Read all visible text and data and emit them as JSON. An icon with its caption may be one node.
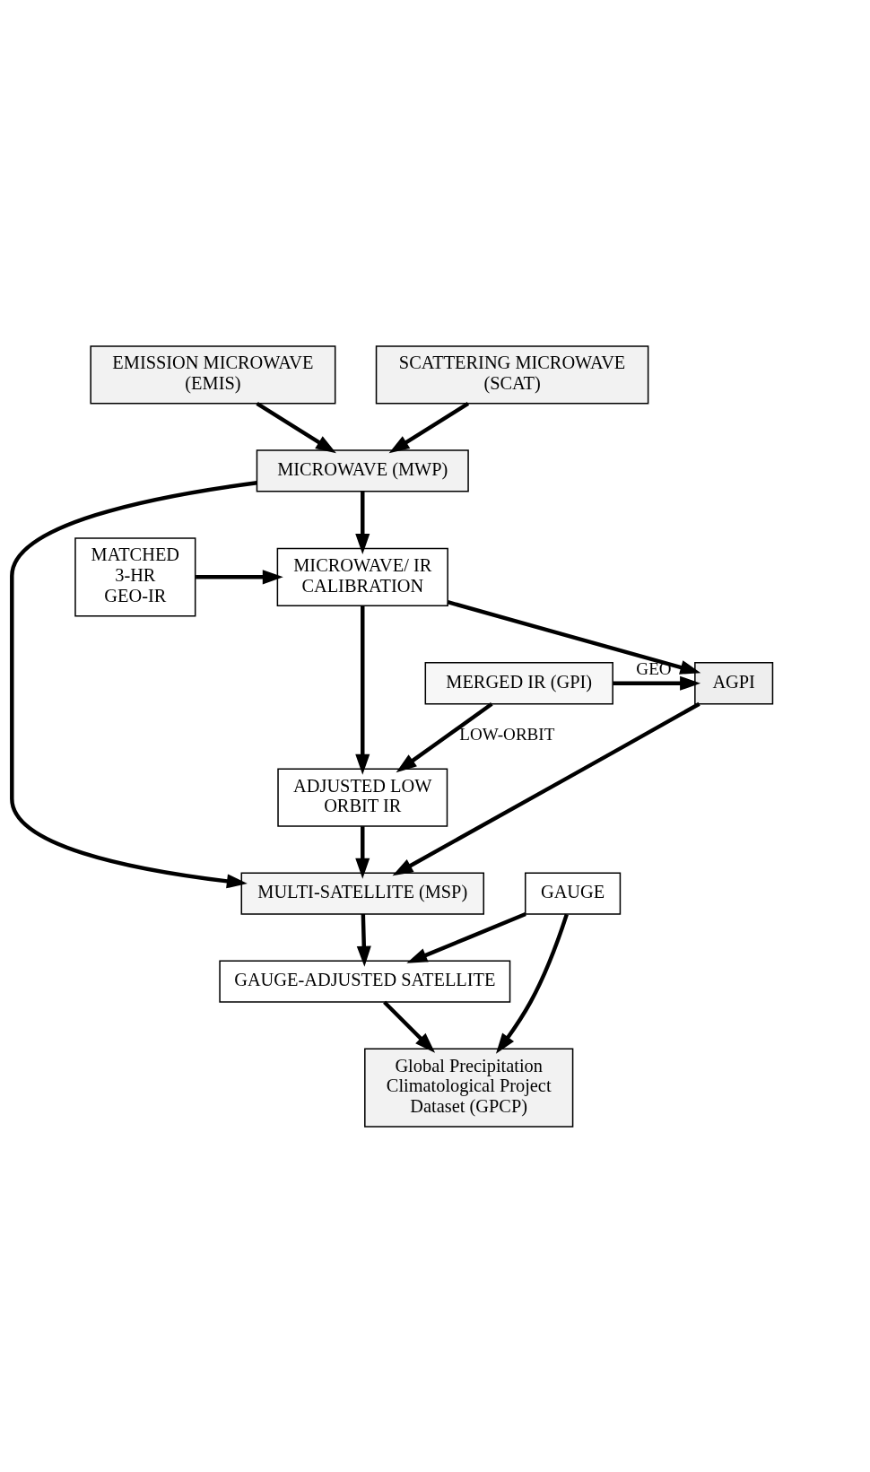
{
  "diagram": {
    "nodes": [
      {
        "text": [
          "EMISSION MICROWAVE (EMIS)"
        ]
      },
      {
        "text": [
          "SCATTERING MICROWAVE (SCAT)"
        ]
      },
      {
        "text": [
          "MICROWAVE (MWP)"
        ]
      },
      {
        "text": [
          "MICROWAVE/ IR CALIBRATION"
        ]
      },
      {
        "text": [
          "MATCHED 3-HR GEO-IR"
        ]
      },
      {
        "text": [
          "MERGED IR (GPI)"
        ]
      },
      {
        "text": [
          "AGPI"
        ]
      },
      {
        "text": [
          "ADJUSTED LOW ORBIT IR"
        ]
      },
      {
        "text": [
          "MULTI-SATELLITE (MSP)"
        ]
      },
      {
        "text": [
          "GAUGE-ADJUSTED SATELLITE"
        ]
      },
      {
        "text": [
          "GAUGE"
        ]
      },
      {
        "text": [
          "Global Precipitation Climatological Project Dataset (GPCP)"
        ]
      }
    ],
    "edges": [
      {
        "from": 0,
        "to": 2,
        "arrow": "to"
      },
      {
        "from": 1,
        "to": 2,
        "arrow": "to"
      },
      {
        "from": 2,
        "to": 3,
        "arrow": "to"
      },
      {
        "from": 4,
        "to": 3,
        "arrow": "to"
      },
      {
        "from": 3,
        "to": 6,
        "arrow": "to"
      },
      {
        "from": 3,
        "to": 7,
        "arrow": "to"
      },
      {
        "from": 5,
        "to": 6,
        "arrow": "to",
        "label": "GEO"
      },
      {
        "from": 5,
        "to": 7,
        "arrow": "to",
        "label": "LOW-ORBIT"
      },
      {
        "from": 6,
        "to": 8,
        "arrow": "to"
      },
      {
        "from": 7,
        "to": 8,
        "arrow": "to"
      },
      {
        "from": 2,
        "to": 8,
        "arrow": "to"
      },
      {
        "from": 8,
        "to": 9,
        "arrow": "to"
      },
      {
        "from": 10,
        "to": 9,
        "arrow": "to"
      },
      {
        "from": 10,
        "to": 11,
        "arrow": "to"
      },
      {
        "from": 9,
        "to": 11,
        "arrow": "to"
      }
    ]
  }
}
